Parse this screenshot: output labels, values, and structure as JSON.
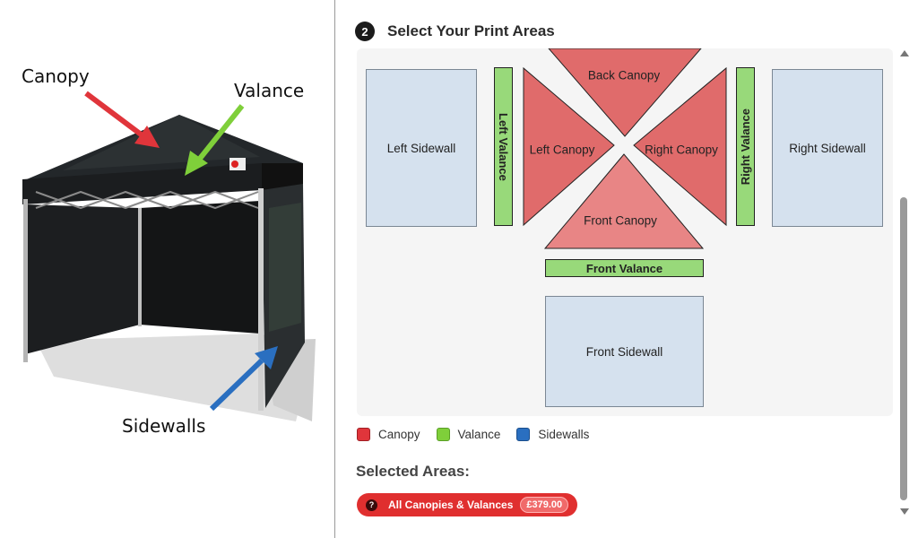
{
  "illustration": {
    "labels": {
      "canopy": "Canopy",
      "valance": "Valance",
      "sidewalls": "Sidewalls"
    },
    "arrow_colors": {
      "canopy": "#e0353b",
      "valance": "#7fcf3a",
      "sidewalls": "#2a6fc0"
    }
  },
  "step": {
    "number": "2",
    "title": "Select Your Print Areas"
  },
  "areas": {
    "left_sidewall": "Left Sidewall",
    "left_valance": "Left Valance",
    "back_canopy": "Back Canopy",
    "left_canopy": "Left Canopy",
    "right_canopy": "Right Canopy",
    "front_canopy": "Front Canopy",
    "right_valance": "Right Valance",
    "right_sidewall": "Right Sidewall",
    "front_valance": "Front Valance",
    "front_sidewall": "Front Sidewall"
  },
  "legend": [
    {
      "label": "Canopy",
      "color": "#e0353b"
    },
    {
      "label": "Valance",
      "color": "#7fcf3a"
    },
    {
      "label": "Sidewalls",
      "color": "#2a6fc0"
    }
  ],
  "colors": {
    "canopy_fill": "#e06b6b",
    "canopy_fill_front": "#e88585",
    "valance_fill": "#98d97a",
    "sidewall_fill": "#d5e1ee",
    "chip": "#e02f2f"
  },
  "selected": {
    "title": "Selected Areas:",
    "chip_label": "All Canopies & Valances",
    "chip_price": "£379.00"
  }
}
